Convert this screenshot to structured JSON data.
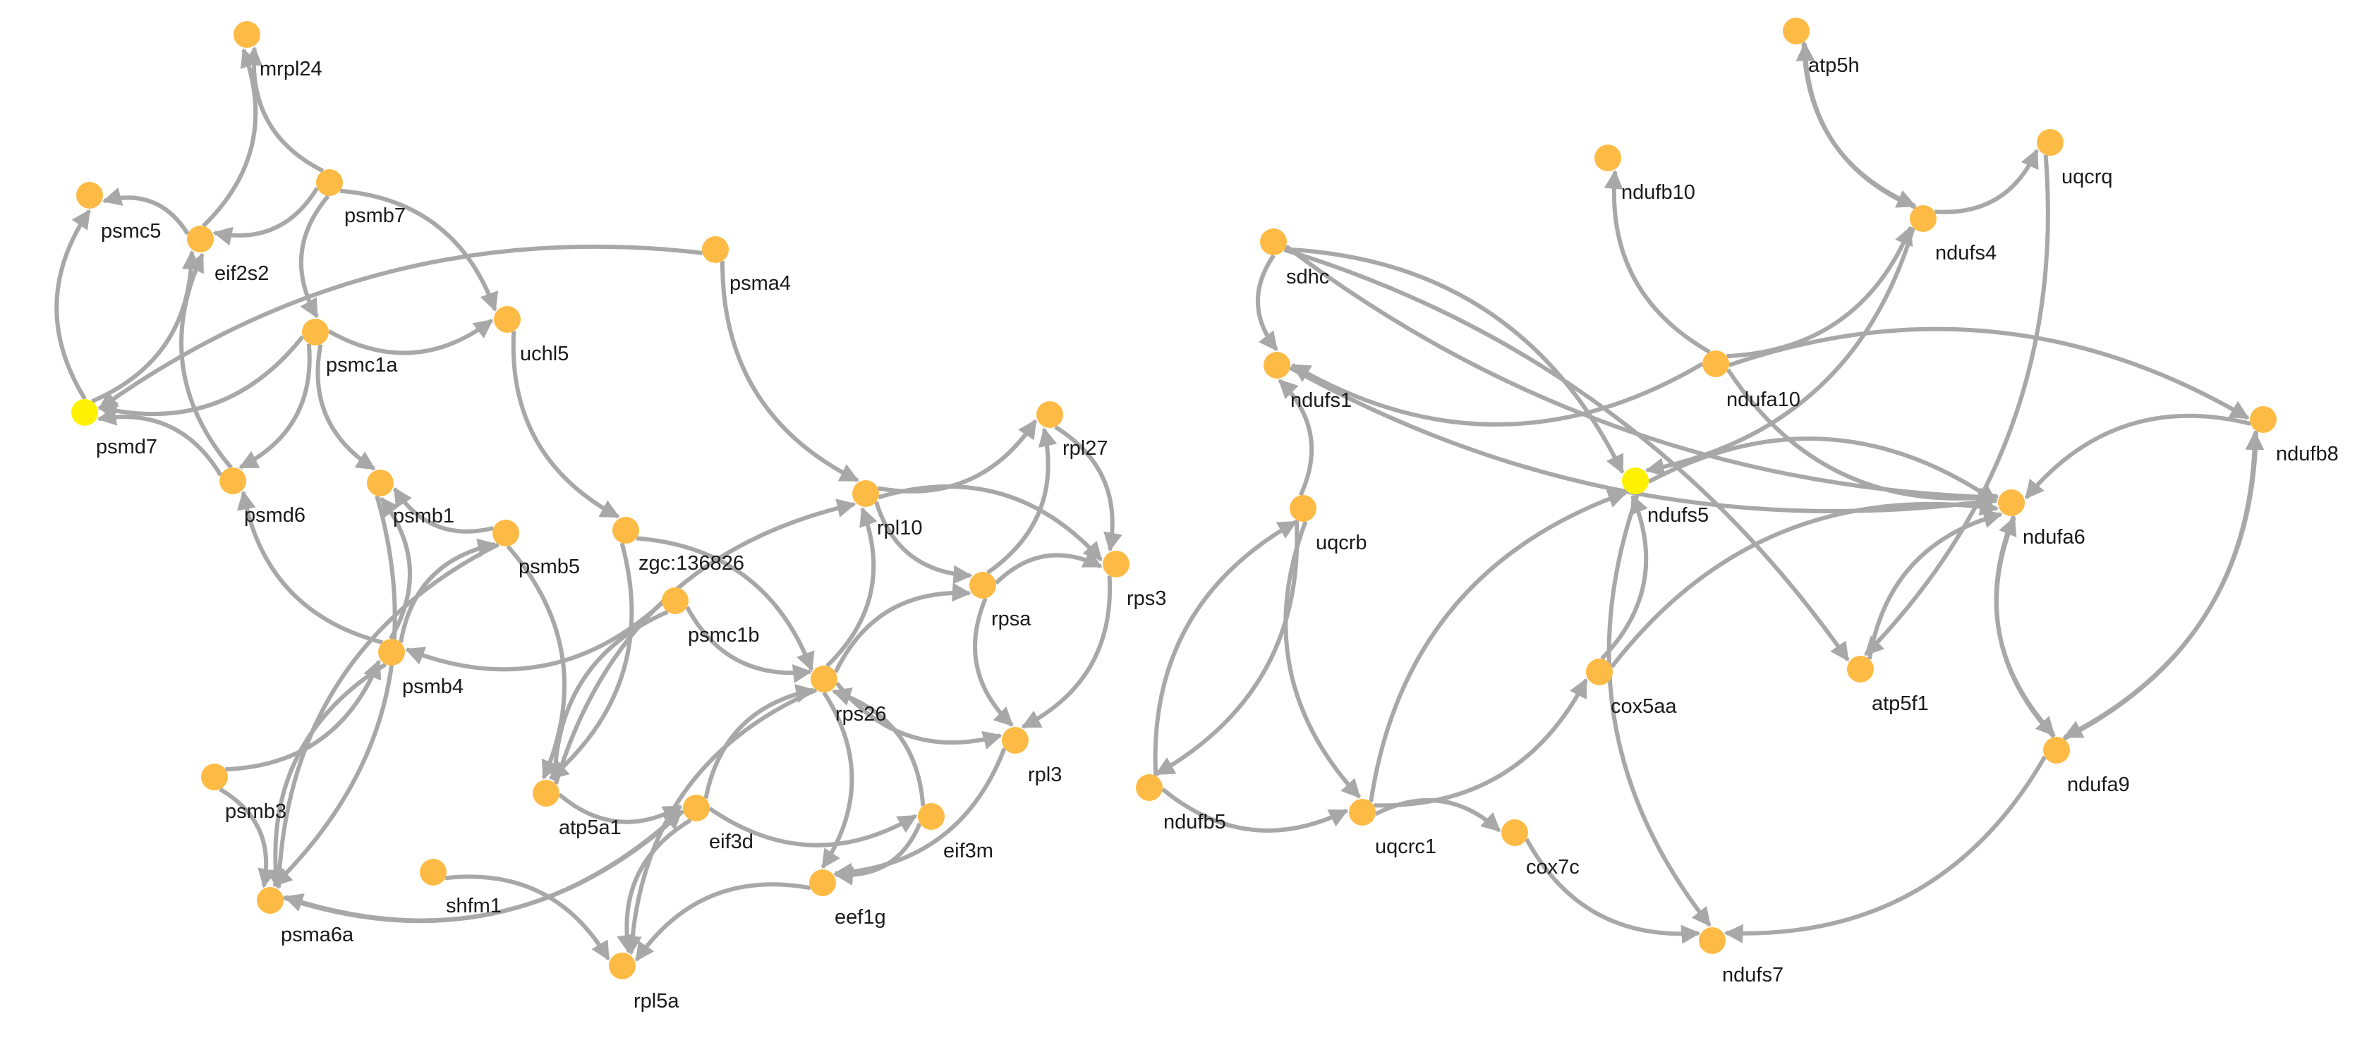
{
  "diagram": {
    "colors": {
      "node": "#fdbb45",
      "highlight": "#fff200",
      "edge": "#a8a8a8",
      "label": "#1a1a1a"
    },
    "highlighted": [
      "psmd7",
      "ndufs5"
    ],
    "nodes": [
      "mrpl24",
      "psmc5",
      "eif2s2",
      "psmb7",
      "psmc1a",
      "uchl5",
      "psma4",
      "psmd7",
      "psmd6",
      "psmb1",
      "psmb5",
      "zgc:136826",
      "psmc1b",
      "rpl10",
      "rpl27",
      "rpsa",
      "rps3",
      "psmb4",
      "rps26",
      "rpl3",
      "psmb3",
      "atp5a1",
      "eif3d",
      "eif3m",
      "psma6a",
      "shfm1",
      "eef1g",
      "rpl5a",
      "atp5h",
      "uqcrq",
      "ndufb10",
      "ndufs4",
      "sdhc",
      "ndufs1",
      "ndufa10",
      "ndufb8",
      "ndufs5",
      "uqcrb",
      "ndufa6",
      "cox5aa",
      "atp5f1",
      "ndufb5",
      "uqcrc1",
      "cox7c",
      "ndufa9",
      "ndufs7"
    ],
    "edges": [
      [
        "eif2s2",
        "mrpl24"
      ],
      [
        "psmb7",
        "mrpl24"
      ],
      [
        "eif2s2",
        "psmc5"
      ],
      [
        "psmb7",
        "eif2s2"
      ],
      [
        "psmb7",
        "psmc1a"
      ],
      [
        "psmb7",
        "uchl5"
      ],
      [
        "psmc1a",
        "uchl5"
      ],
      [
        "psmc1a",
        "psmd6"
      ],
      [
        "psmc1a",
        "psmb1"
      ],
      [
        "psmd7",
        "psmc5"
      ],
      [
        "psmd7",
        "eif2s2"
      ],
      [
        "psmc1a",
        "psmd7"
      ],
      [
        "psmd6",
        "psmd7"
      ],
      [
        "psmd6",
        "eif2s2"
      ],
      [
        "psma4",
        "psmd7"
      ],
      [
        "psmb5",
        "psmb1"
      ],
      [
        "psma4",
        "rpl10"
      ],
      [
        "psmb4",
        "psmd6"
      ],
      [
        "psmb4",
        "psmb1"
      ],
      [
        "psmb4",
        "psmb5"
      ],
      [
        "psmb4",
        "psma6a"
      ],
      [
        "psmb1",
        "psma6a"
      ],
      [
        "psmb3",
        "psmb4"
      ],
      [
        "psmb3",
        "psma6a"
      ],
      [
        "psmb5",
        "psma6a"
      ],
      [
        "psmb5",
        "atp5a1"
      ],
      [
        "uchl5",
        "zgc:136826"
      ],
      [
        "zgc:136826",
        "rps26"
      ],
      [
        "psmc1b",
        "rps26"
      ],
      [
        "psmc1b",
        "psmb4"
      ],
      [
        "psmc1b",
        "atp5a1"
      ],
      [
        "zgc:136826",
        "atp5a1"
      ],
      [
        "rpl10",
        "rpl27"
      ],
      [
        "rpl10",
        "rps3"
      ],
      [
        "rpl10",
        "rpsa"
      ],
      [
        "rpl27",
        "rps3"
      ],
      [
        "rpsa",
        "rpl27"
      ],
      [
        "rpsa",
        "rps3"
      ],
      [
        "rpsa",
        "rpl3"
      ],
      [
        "rps3",
        "rpl3"
      ],
      [
        "rps26",
        "rpl10"
      ],
      [
        "rps26",
        "rpsa"
      ],
      [
        "rps26",
        "rpl3"
      ],
      [
        "rps26",
        "eef1g"
      ],
      [
        "rps26",
        "rpl5a"
      ],
      [
        "atp5a1",
        "rpl10"
      ],
      [
        "atp5a1",
        "eif3d"
      ],
      [
        "eif3d",
        "rps26"
      ],
      [
        "eif3d",
        "eif3m"
      ],
      [
        "eif3d",
        "psma6a"
      ],
      [
        "eif3d",
        "rpl5a"
      ],
      [
        "eif3m",
        "eef1g"
      ],
      [
        "eif3m",
        "rps26"
      ],
      [
        "rpl3",
        "eef1g"
      ],
      [
        "eef1g",
        "rpl5a"
      ],
      [
        "shfm1",
        "rpl5a"
      ],
      [
        "psma6a",
        "eif3d"
      ],
      [
        "ndufs4",
        "atp5h"
      ],
      [
        "ndufs4",
        "uqcrq"
      ],
      [
        "ndufs4",
        "ndufs5"
      ],
      [
        "atp5h",
        "ndufs4"
      ],
      [
        "ndufa10",
        "ndufb10"
      ],
      [
        "ndufa10",
        "ndufs4"
      ],
      [
        "ndufa10",
        "ndufb8"
      ],
      [
        "ndufa10",
        "ndufa6"
      ],
      [
        "ndufa10",
        "ndufs1"
      ],
      [
        "sdhc",
        "ndufs1"
      ],
      [
        "sdhc",
        "ndufs5"
      ],
      [
        "sdhc",
        "ndufa6"
      ],
      [
        "sdhc",
        "atp5f1"
      ],
      [
        "ndufs1",
        "ndufa6"
      ],
      [
        "uqcrq",
        "atp5f1"
      ],
      [
        "uqcrb",
        "ndufs1"
      ],
      [
        "uqcrb",
        "ndufb5"
      ],
      [
        "uqcrb",
        "uqcrc1"
      ],
      [
        "ndufb5",
        "uqcrb"
      ],
      [
        "ndufb5",
        "uqcrc1"
      ],
      [
        "uqcrc1",
        "ndufs5"
      ],
      [
        "uqcrc1",
        "cox5aa"
      ],
      [
        "uqcrc1",
        "cox7c"
      ],
      [
        "cox5aa",
        "ndufs5"
      ],
      [
        "cox5aa",
        "ndufa6"
      ],
      [
        "ndufs5",
        "ndufs7"
      ],
      [
        "ndufs5",
        "ndufa6"
      ],
      [
        "cox7c",
        "ndufs7"
      ],
      [
        "atp5f1",
        "ndufa6"
      ],
      [
        "ndufb8",
        "ndufa6"
      ],
      [
        "ndufb8",
        "ndufa9"
      ],
      [
        "ndufa9",
        "ndufb8"
      ],
      [
        "ndufa9",
        "ndufa6"
      ],
      [
        "ndufa6",
        "ndufa9"
      ],
      [
        "ndufa9",
        "ndufs7"
      ]
    ]
  }
}
